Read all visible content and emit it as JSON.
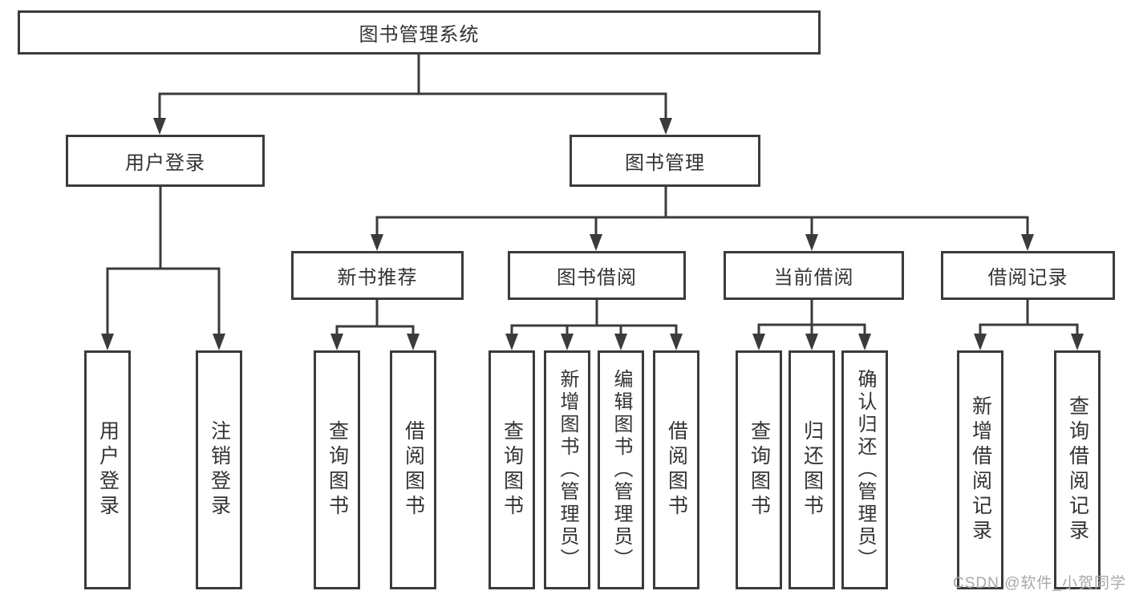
{
  "title": "图书管理系统",
  "watermark": "CSDN @软件_小贺同学",
  "colors": {
    "line": "#3b3b3b",
    "text": "#333333",
    "background": "#ffffff",
    "watermark": "#a8a8a8"
  },
  "tree": {
    "root": {
      "label": "图书管理系统"
    },
    "branches": [
      {
        "label": "用户登录",
        "leaves": [
          {
            "label": "用户登录"
          },
          {
            "label": "注销登录"
          }
        ]
      },
      {
        "label": "图书管理",
        "groups": [
          {
            "label": "新书推荐",
            "leaves": [
              {
                "label": "查询图书"
              },
              {
                "label": "借阅图书"
              }
            ]
          },
          {
            "label": "图书借阅",
            "leaves": [
              {
                "label": "查询图书"
              },
              {
                "label": "新增图书（管理员）"
              },
              {
                "label": "编辑图书（管理员）"
              },
              {
                "label": "借阅图书"
              }
            ]
          },
          {
            "label": "当前借阅",
            "leaves": [
              {
                "label": "查询图书"
              },
              {
                "label": "归还图书"
              },
              {
                "label": "确认归还（管理员）"
              }
            ]
          },
          {
            "label": "借阅记录",
            "leaves": [
              {
                "label": "新增借阅记录"
              },
              {
                "label": "查询借阅记录"
              }
            ]
          }
        ]
      }
    ]
  }
}
